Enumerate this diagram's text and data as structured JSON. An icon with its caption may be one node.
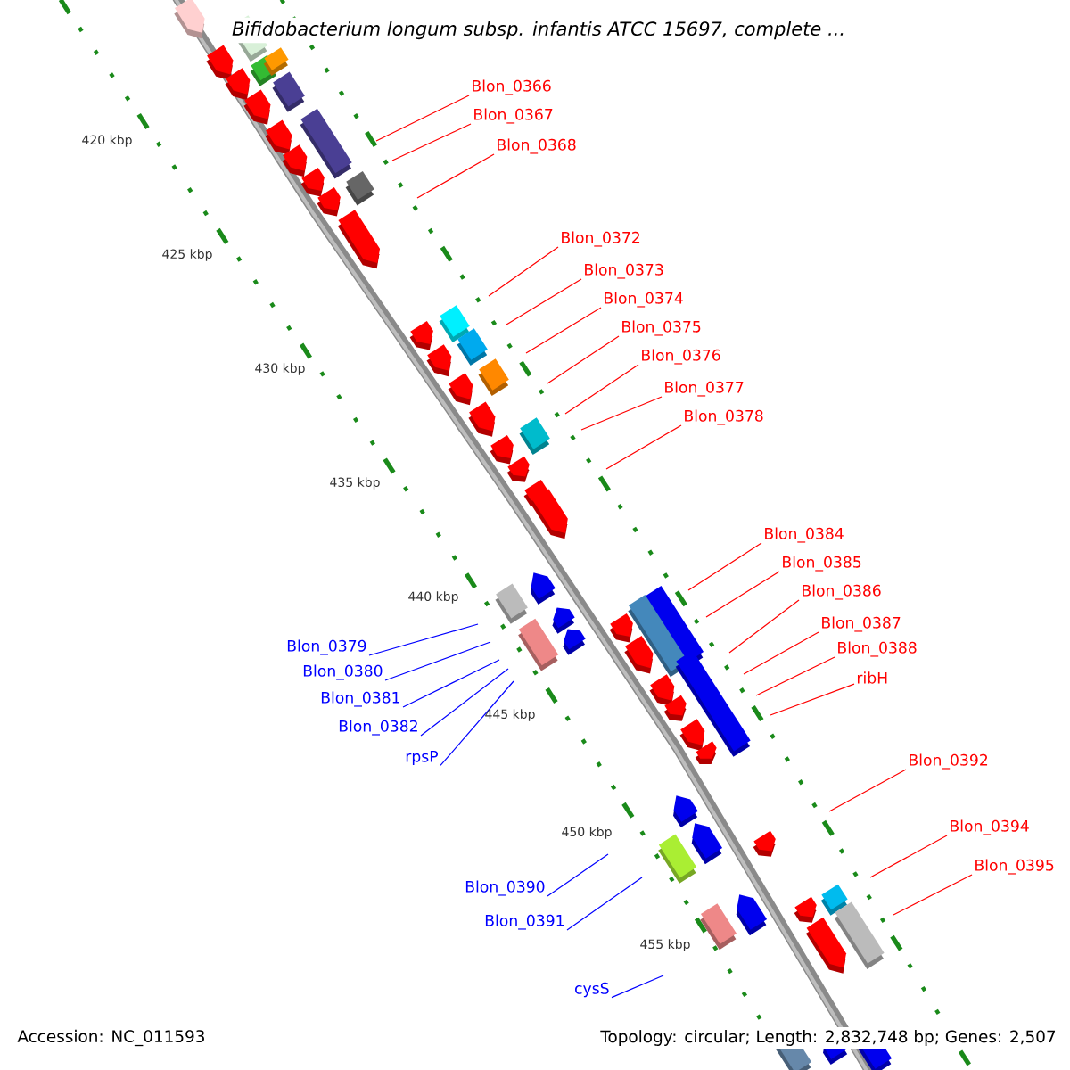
{
  "diagram": {
    "title": "Bifidobacterium longum subsp. infantis ATCC 15697, complete ...",
    "nodes": [
      {
        "text": [
          "Blon_0366"
        ]
      },
      {
        "text": [
          "Blon_0367"
        ]
      },
      {
        "text": [
          "Blon_0368"
        ]
      },
      {
        "text": [
          "Blon_0372"
        ]
      },
      {
        "text": [
          "Blon_0373"
        ]
      },
      {
        "text": [
          "Blon_0374"
        ]
      },
      {
        "text": [
          "Blon_0375"
        ]
      },
      {
        "text": [
          "Blon_0376"
        ]
      },
      {
        "text": [
          "Blon_0377"
        ]
      },
      {
        "text": [
          "Blon_0378"
        ]
      },
      {
        "text": [
          "Blon_0384"
        ]
      },
      {
        "text": [
          "Blon_0385"
        ]
      },
      {
        "text": [
          "Blon_0386"
        ]
      },
      {
        "text": [
          "Blon_0387"
        ]
      },
      {
        "text": [
          "Blon_0379"
        ]
      },
      {
        "text": [
          "Blon_0388"
        ]
      },
      {
        "text": [
          "Blon_0380"
        ]
      },
      {
        "text": [
          "ribH"
        ]
      },
      {
        "text": [
          "Blon_0381"
        ]
      },
      {
        "text": [
          "Blon_0382"
        ]
      },
      {
        "text": [
          "rpsP"
        ]
      },
      {
        "text": [
          "Blon_0392"
        ]
      },
      {
        "text": [
          "Blon_0394"
        ]
      },
      {
        "text": [
          "Blon_0390"
        ]
      },
      {
        "text": [
          "Blon_0395"
        ]
      },
      {
        "text": [
          "Blon_0391"
        ]
      },
      {
        "text": [
          "cysS"
        ]
      }
    ],
    "edges": [
      {
        "from": 0,
        "to": null,
        "arrow": "none"
      },
      {
        "from": 1,
        "to": null,
        "arrow": "none"
      },
      {
        "from": 2,
        "to": null,
        "arrow": "none"
      },
      {
        "from": 3,
        "to": null,
        "arrow": "none"
      },
      {
        "from": 4,
        "to": null,
        "arrow": "none"
      },
      {
        "from": 5,
        "to": null,
        "arrow": "none"
      },
      {
        "from": 6,
        "to": null,
        "arrow": "none"
      },
      {
        "from": 7,
        "to": null,
        "arrow": "none"
      },
      {
        "from": 8,
        "to": null,
        "arrow": "none"
      },
      {
        "from": 9,
        "to": null,
        "arrow": "none"
      },
      {
        "from": 10,
        "to": null,
        "arrow": "none"
      },
      {
        "from": 11,
        "to": null,
        "arrow": "none"
      },
      {
        "from": 12,
        "to": null,
        "arrow": "none"
      },
      {
        "from": 13,
        "to": null,
        "arrow": "none"
      },
      {
        "from": 14,
        "to": null,
        "arrow": "none",
        "color": "#0000ff"
      },
      {
        "from": 15,
        "to": null,
        "arrow": "none"
      },
      {
        "from": 16,
        "to": null,
        "arrow": "none",
        "color": "#0000ff"
      },
      {
        "from": 17,
        "to": null,
        "arrow": "none"
      },
      {
        "from": 18,
        "to": null,
        "arrow": "none",
        "color": "#0000ff"
      },
      {
        "from": 19,
        "to": null,
        "arrow": "none",
        "color": "#0000ff"
      },
      {
        "from": 20,
        "to": null,
        "arrow": "none",
        "color": "#0000ff"
      },
      {
        "from": 21,
        "to": null,
        "arrow": "none"
      },
      {
        "from": 22,
        "to": null,
        "arrow": "none"
      },
      {
        "from": 23,
        "to": null,
        "arrow": "none",
        "color": "#0000ff"
      },
      {
        "from": 24,
        "to": null,
        "arrow": "none"
      },
      {
        "from": 25,
        "to": null,
        "arrow": "none",
        "color": "#0000ff"
      },
      {
        "from": 26,
        "to": null,
        "arrow": "none",
        "color": "#0000ff"
      }
    ],
    "labels": [
      "420 kbp",
      "425 kbp",
      "430 kbp",
      "435 kbp",
      "440 kbp",
      "445 kbp",
      "450 kbp",
      "455 kbp",
      "Accession: NC_011593",
      "Topology: circular; Length: 2,832,748 bp; Genes: 2,507"
    ]
  }
}
